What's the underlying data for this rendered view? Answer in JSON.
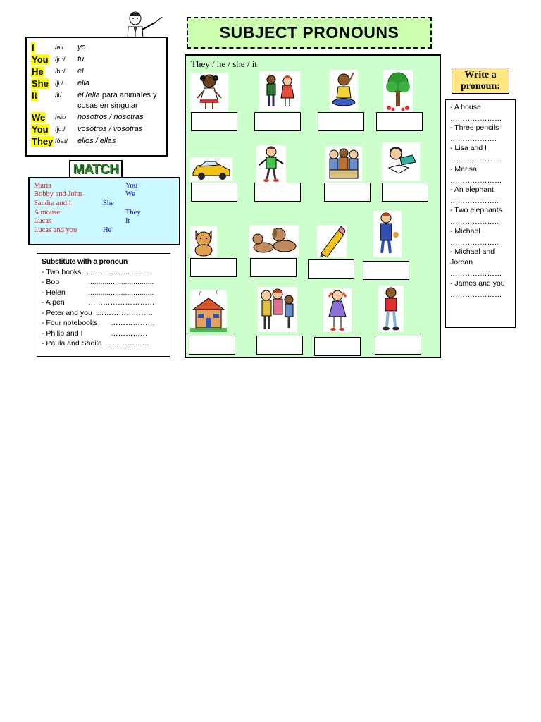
{
  "pronouns": [
    {
      "pronoun": "I",
      "phonetic": "/ai/",
      "spanish": "yo",
      "spanish_extra": ""
    },
    {
      "pronoun": "You",
      "phonetic": "/ju:/",
      "spanish": "tú",
      "spanish_extra": ""
    },
    {
      "pronoun": "He",
      "phonetic": "/hi:/",
      "spanish": "él",
      "spanish_extra": ""
    },
    {
      "pronoun": "She",
      "phonetic": "/ʃi:/",
      "spanish": "ella",
      "spanish_extra": ""
    },
    {
      "pronoun": "It",
      "phonetic": "/it/",
      "spanish": "él /ella",
      "spanish_extra": " para animales y"
    },
    {
      "pronoun": "We",
      "phonetic": "/wi:/",
      "spanish": "nosotros / nosotras",
      "spanish_extra": ""
    },
    {
      "pronoun": "You",
      "phonetic": "/ju:/",
      "spanish": "vosotros / vosotras",
      "spanish_extra": ""
    },
    {
      "pronoun": "They",
      "phonetic": "/ðeɪ/",
      "spanish": "ellos / ellas",
      "spanish_extra": ""
    }
  ],
  "pronoun_note": "cosas en singular",
  "match": {
    "label": "MATCH",
    "left": [
      "Maria",
      "Bobby and John",
      "Sandra and I",
      "A mouse",
      "Lucas",
      "Lucas and you"
    ],
    "middle": [
      "She",
      "He"
    ],
    "right": [
      "You",
      "We",
      "They",
      "It"
    ]
  },
  "substitute": {
    "title": "Substitute with a pronoun",
    "items": [
      {
        "label": "- Two books",
        "dots": "................................"
      },
      {
        "label": "- Bob",
        "dots": "................................"
      },
      {
        "label": "- Helen",
        "dots": "................................"
      },
      {
        "label": "- A pen",
        "dots": "………………………"
      },
      {
        "label": "- Peter and you",
        "dots": "………………….."
      },
      {
        "label": "- Four notebooks",
        "dots": "………………"
      },
      {
        "label": "- Philip and I",
        "dots": "……………"
      },
      {
        "label": "- Paula and Sheila",
        "dots": "………………"
      }
    ]
  },
  "title": "SUBJECT PRONOUNS",
  "pictures_header": "They / he / she / it",
  "write": {
    "label_line1": "Write a",
    "label_line2": "pronoun:",
    "items": [
      {
        "label": "- A house",
        "dots": "…………………"
      },
      {
        "label": "- Three pencils",
        "dots": "………………."
      },
      {
        "label": "- Lisa and I",
        "dots": "…………………"
      },
      {
        "label": "- Marisa",
        "dots": "…………………"
      },
      {
        "label": "- An elephant",
        "dots": "……………….."
      },
      {
        "label": "- Two elephants",
        "dots": "……………….."
      },
      {
        "label": "- Michael",
        "dots": "……………….."
      },
      {
        "label": "- Michael and",
        "label2": "Jordan",
        "dots": "…………………"
      },
      {
        "label": "- James and you",
        "dots": "…………………"
      }
    ]
  },
  "colors": {
    "highlight": "#ffff00",
    "match_bg": "#ccf8ff",
    "panel_bg": "#ccffcc",
    "title_bg": "#ccffb0",
    "write_label_bg": "#ffe680",
    "match_red": "#d02020",
    "match_blue": "#1010c8"
  }
}
